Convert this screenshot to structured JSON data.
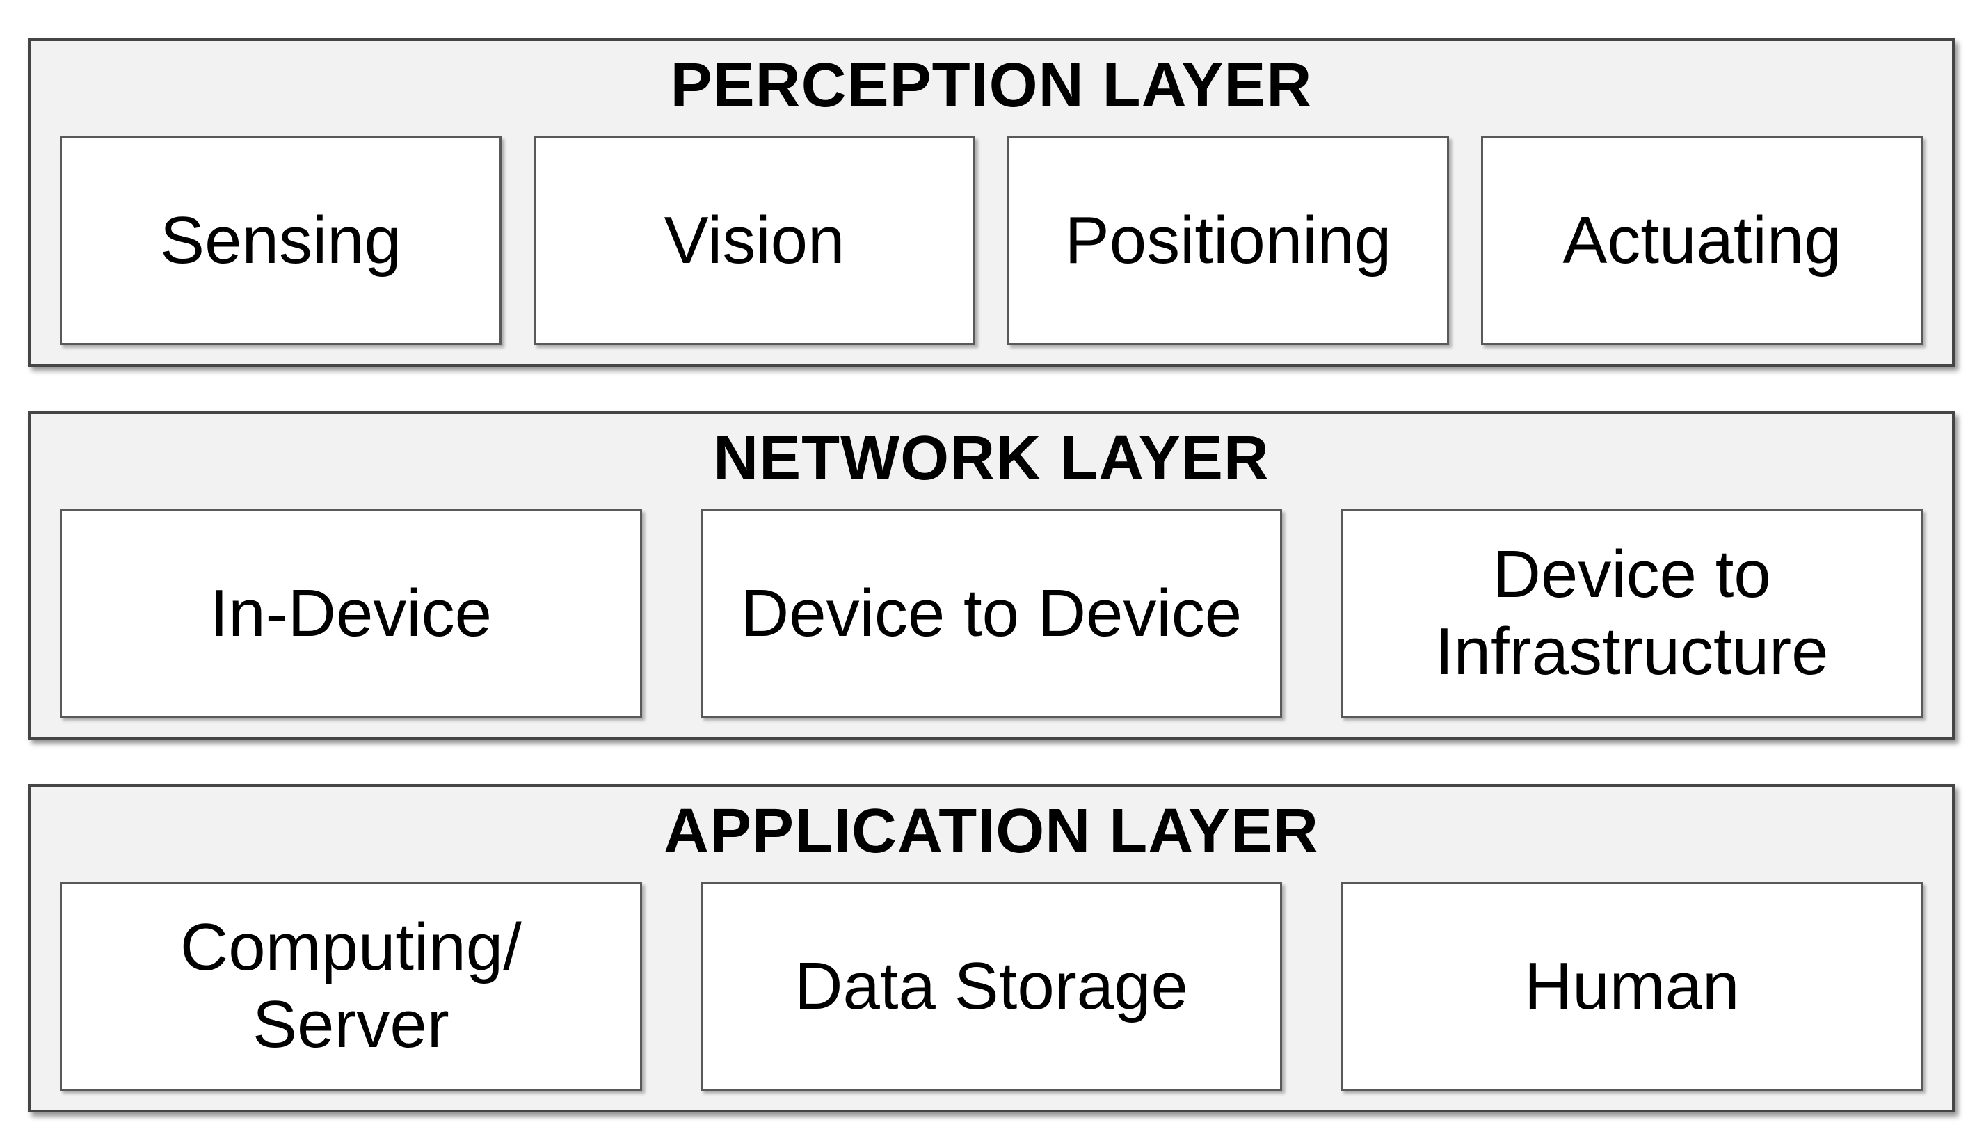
{
  "diagram": {
    "layers": [
      {
        "title": "PERCEPTION LAYER",
        "boxes": [
          "Sensing",
          "Vision",
          "Positioning",
          "Actuating"
        ]
      },
      {
        "title": "NETWORK LAYER",
        "boxes": [
          "In-Device",
          "Device to Device",
          "Device to\nInfrastructure"
        ]
      },
      {
        "title": "APPLICATION LAYER",
        "boxes": [
          "Computing/\nServer",
          "Data Storage",
          "Human"
        ]
      }
    ],
    "colors": {
      "layer_background": "#f2f2f2",
      "layer_border": "#454545",
      "box_background": "#ffffff",
      "box_border": "#595959",
      "text": "#000000"
    }
  }
}
